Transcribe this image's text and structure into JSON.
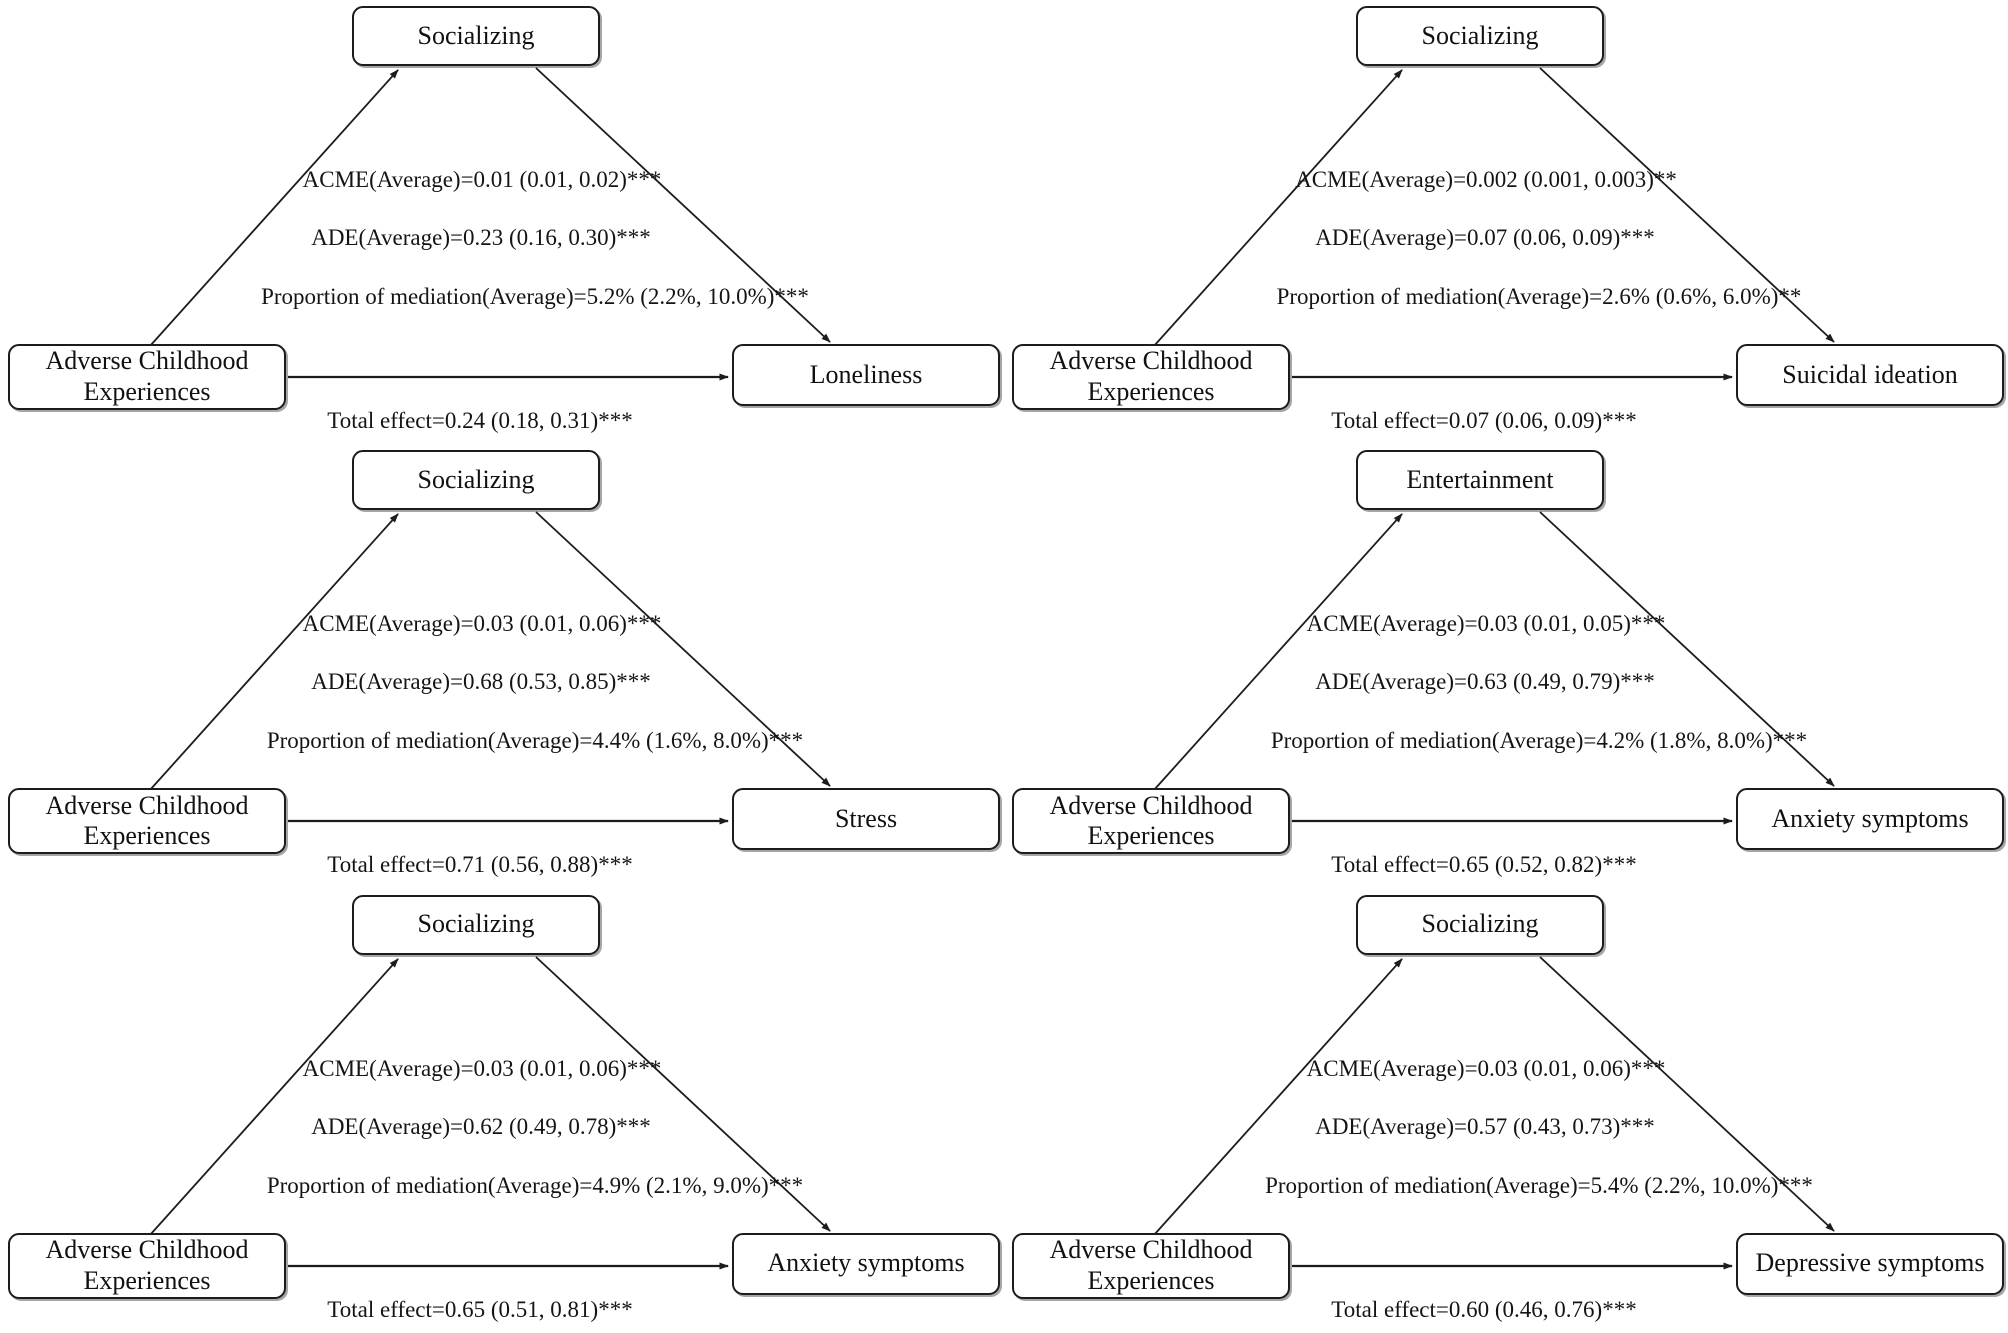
{
  "figure": {
    "background_color": "#ffffff",
    "line_color": "#1c1c1c",
    "text_color": "#111111",
    "panels": [
      {
        "mediator": "Socializing",
        "predictor": "Adverse Childhood\nExperiences",
        "outcome": "Loneliness",
        "acme_label": "ACME(Average)=0.01 (0.01, 0.02)***",
        "ade_label": "ADE(Average)=0.23 (0.16, 0.30)***",
        "proportion_label": "Proportion of mediation(Average)=5.2% (2.2%, 10.0%)***",
        "total_label": "Total effect=0.24 (0.18, 0.31)***"
      },
      {
        "mediator": "Socializing",
        "predictor": "Adverse Childhood\nExperiences",
        "outcome": "Suicidal ideation",
        "acme_label": "ACME(Average)=0.002 (0.001, 0.003)**",
        "ade_label": "ADE(Average)=0.07 (0.06, 0.09)***",
        "proportion_label": "Proportion of mediation(Average)=2.6% (0.6%, 6.0%)**",
        "total_label": "Total effect=0.07 (0.06, 0.09)***"
      },
      {
        "mediator": "Socializing",
        "predictor": "Adverse Childhood\nExperiences",
        "outcome": "Stress",
        "acme_label": "ACME(Average)=0.03 (0.01, 0.06)***",
        "ade_label": "ADE(Average)=0.68 (0.53, 0.85)***",
        "proportion_label": "Proportion of mediation(Average)=4.4% (1.6%, 8.0%)***",
        "total_label": "Total effect=0.71 (0.56, 0.88)***"
      },
      {
        "mediator": "Entertainment",
        "predictor": "Adverse Childhood\nExperiences",
        "outcome": "Anxiety symptoms",
        "acme_label": "ACME(Average)=0.03 (0.01, 0.05)***",
        "ade_label": "ADE(Average)=0.63 (0.49, 0.79)***",
        "proportion_label": "Proportion of mediation(Average)=4.2% (1.8%, 8.0%)***",
        "total_label": "Total effect=0.65 (0.52, 0.82)***"
      },
      {
        "mediator": "Socializing",
        "predictor": "Adverse Childhood\nExperiences",
        "outcome": "Anxiety symptoms",
        "acme_label": "ACME(Average)=0.03 (0.01, 0.06)***",
        "ade_label": "ADE(Average)=0.62 (0.49, 0.78)***",
        "proportion_label": "Proportion of mediation(Average)=4.9% (2.1%, 9.0%)***",
        "total_label": "Total effect=0.65 (0.51, 0.81)***"
      },
      {
        "mediator": "Socializing",
        "predictor": "Adverse Childhood\nExperiences",
        "outcome": "Depressive symptoms",
        "acme_label": "ACME(Average)=0.03 (0.01, 0.06)***",
        "ade_label": "ADE(Average)=0.57 (0.43, 0.73)***",
        "proportion_label": "Proportion of mediation(Average)=5.4% (2.2%, 10.0%)***",
        "total_label": "Total effect=0.60 (0.46, 0.76)***"
      }
    ]
  }
}
